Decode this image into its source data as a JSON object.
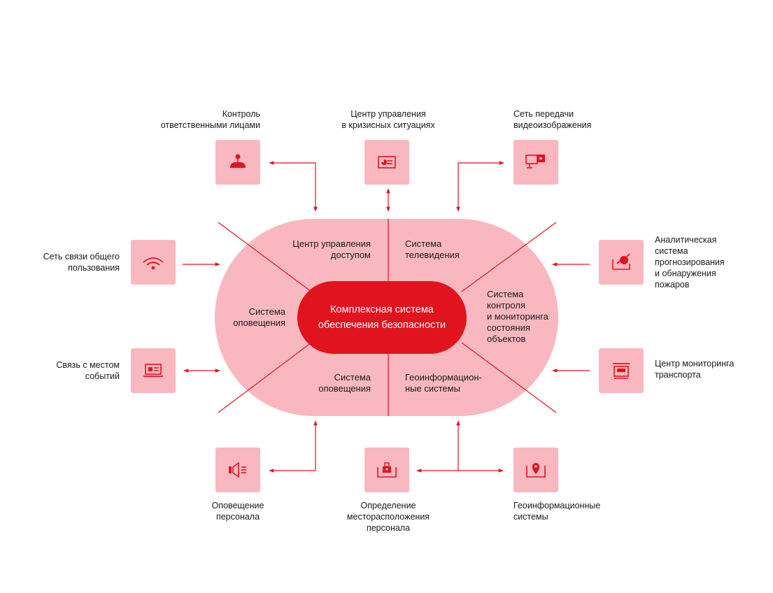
{
  "colors": {
    "accent": "#e0131f",
    "pink": "#f9b8c0",
    "line": "#e0131f"
  },
  "center": {
    "label": "Комплексная система\nобеспечения безопасности"
  },
  "segments": {
    "top_left": "Центр управления\nдоступом",
    "top_right": "Система\nтелевидения",
    "left": "Система\nоповещения",
    "right": "Система\nконтроля\nи мониторинга\nсостояния\nобъектов",
    "bottom_left": "Система\nоповещения",
    "bottom_right": "Геоинформацион-\nные системы"
  },
  "nodes": {
    "responsible_persons": {
      "label": "Контроль\nответственными лицами",
      "icon": "person-icon"
    },
    "crisis_center": {
      "label": "Центр управления\nв кризисных ситуациях",
      "icon": "dashboard-icon"
    },
    "video_network": {
      "label": "Сеть передачи\nвидеоизображения",
      "icon": "camera-icon"
    },
    "public_network": {
      "label": "Сеть связи общего\nпользования",
      "icon": "wifi-icon"
    },
    "fire_analytics": {
      "label": "Аналитическая\nсистема\nпрогнозирования\nи обнаружения\nпожаров",
      "icon": "fire-icon"
    },
    "incident_link": {
      "label": "Связь с местом\nсобытий",
      "icon": "laptop-icon"
    },
    "transport_center": {
      "label": "Центр мониторинга\nтранспорта",
      "icon": "bus-icon"
    },
    "staff_alert": {
      "label": "Оповещение\nперсонала",
      "icon": "speaker-icon"
    },
    "staff_location": {
      "label": "Определение\nместорасположения\nперсонала",
      "icon": "badge-icon"
    },
    "geo_systems": {
      "label": "Геоинформационные\nсистемы",
      "icon": "map-pin-icon"
    }
  }
}
